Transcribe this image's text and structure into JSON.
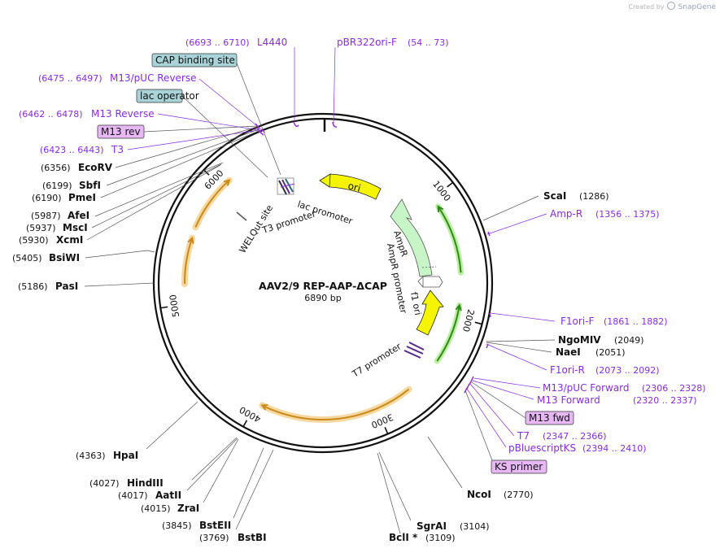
{
  "credit": {
    "prefix": "Created by",
    "brand": "SnapGene"
  },
  "plasmid": {
    "name": "AAV2/9 REP-AAP-ΔCAP",
    "length": 6890,
    "length_text": "6890 bp"
  },
  "colors": {
    "backbone": "#111111",
    "primer": "#9a2fd0",
    "primer_label": "#8a2be2",
    "feature_fill": "#c7f5c7",
    "orf_orange": "#c98a1d",
    "orf_glow": "#f6d9a0",
    "yellow": "#f5f500",
    "green_line": "#2f8a1a",
    "green_glow": "#b9ef9f",
    "box_blue": "#a8d3d8",
    "box_purple": "#e7b8f5"
  },
  "ticks": [
    {
      "pos": 1000,
      "label": "1000"
    },
    {
      "pos": 2000,
      "label": "2000"
    },
    {
      "pos": 3000,
      "label": "3000"
    },
    {
      "pos": 4000,
      "label": "4000"
    },
    {
      "pos": 5000,
      "label": "5000"
    },
    {
      "pos": 6000,
      "label": "6000"
    }
  ],
  "features": {
    "ori": {
      "label": "ori",
      "start": 190,
      "end": 780,
      "type": "yellow_arrow"
    },
    "ampr": {
      "label": "AmpR",
      "start": 1620,
      "end": 1070,
      "type": "cds"
    },
    "ampr_promoter": {
      "label": "AmpR promoter",
      "start": 1720,
      "end": 1630,
      "type": "promoter"
    },
    "f1_ori": {
      "label": "f1 ori",
      "start": 2080,
      "end": 1780,
      "type": "yellow_arrow"
    },
    "t7_promoter": {
      "label": "T7 promoter",
      "pos": 2360
    },
    "lac_promoter": {
      "label": "lac promoter",
      "pos": 6640
    },
    "t3_promoter": {
      "label": "T3 promoter",
      "pos": 6430
    },
    "welqut": {
      "label": "WELQut site",
      "pos": 6180
    }
  },
  "sites": [
    {
      "name": "ScaI",
      "coord": "(1286)"
    },
    {
      "name": "NgoMIV",
      "coord": "(2049)"
    },
    {
      "name": "NaeI",
      "coord": "(2051)"
    },
    {
      "name": "NcoI",
      "coord": "(2770)"
    },
    {
      "name": "SgrAI",
      "coord": "(3104)"
    },
    {
      "name": "BclI *",
      "coord": "(3109)"
    },
    {
      "name": "BstBI",
      "coord": "(3769)"
    },
    {
      "name": "BstEII",
      "coord": "(3845)"
    },
    {
      "name": "ZraI",
      "coord": "(4015)"
    },
    {
      "name": "AatII",
      "coord": "(4017)"
    },
    {
      "name": "HindIII",
      "coord": "(4027)"
    },
    {
      "name": "HpaI",
      "coord": "(4363)"
    },
    {
      "name": "PasI",
      "coord": "(5186)"
    },
    {
      "name": "BsiWI",
      "coord": "(5405)"
    },
    {
      "name": "XcmI",
      "coord": "(5930)"
    },
    {
      "name": "MscI",
      "coord": "(5937)"
    },
    {
      "name": "AfeI",
      "coord": "(5987)"
    },
    {
      "name": "PmeI",
      "coord": "(6190)"
    },
    {
      "name": "SbfI",
      "coord": "(6199)"
    },
    {
      "name": "EcoRV",
      "coord": "(6356)"
    }
  ],
  "primers": [
    {
      "name": "L4440",
      "coord": "(6693 .. 6710)"
    },
    {
      "name": "pBR322ori-F",
      "coord": "(54 .. 73)"
    },
    {
      "name": "M13/pUC Reverse",
      "coord": "(6475 .. 6497)"
    },
    {
      "name": "M13 Reverse",
      "coord": "(6462 .. 6478)"
    },
    {
      "name": "T3",
      "coord": "(6423 .. 6443)"
    },
    {
      "name": "Amp-R",
      "coord": "(1356 .. 1375)"
    },
    {
      "name": "F1ori-F",
      "coord": "(1861 .. 1882)"
    },
    {
      "name": "F1ori-R",
      "coord": "(2073 .. 2092)"
    },
    {
      "name": "M13/pUC Forward",
      "coord": "(2306 .. 2328)"
    },
    {
      "name": "M13 Forward",
      "coord": "(2320 .. 2337)"
    },
    {
      "name": "T7",
      "coord": "(2347 .. 2366)"
    },
    {
      "name": "pBluescriptKS",
      "coord": "(2394 .. 2410)"
    }
  ],
  "boxed": [
    {
      "name": "CAP binding site"
    },
    {
      "name": "lac operator"
    },
    {
      "name": "M13 rev"
    },
    {
      "name": "M13 fwd"
    },
    {
      "name": "KS primer"
    }
  ]
}
